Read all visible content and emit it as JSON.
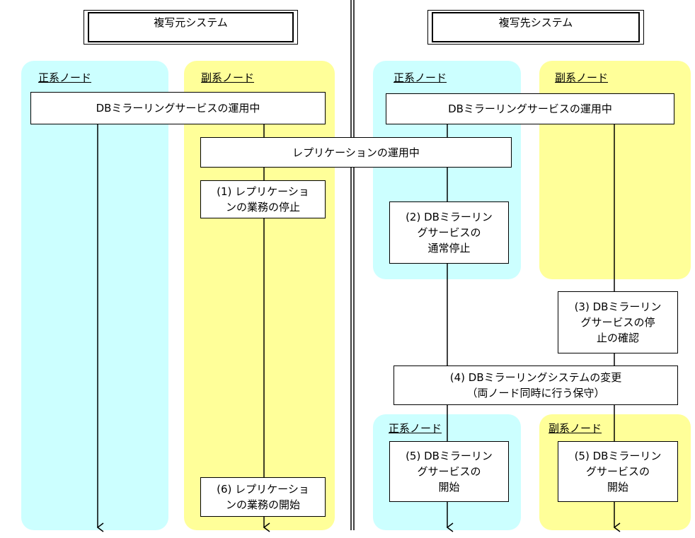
{
  "source_system": {
    "title": "複写元システム",
    "primary_label": "正系ノード",
    "secondary_label": "副系ノード",
    "db_mirror_running": "DBミラーリングサービスの運用中",
    "replication_running": "レプリケーションの運用中",
    "step1": "(1) レプリケーショ\nンの業務の停止",
    "step6": "(6) レプリケーショ\nンの業務の開始"
  },
  "target_system": {
    "title": "複写先システム",
    "primary_label": "正系ノード",
    "secondary_label": "副系ノード",
    "db_mirror_running": "DBミラーリングサービスの運用中",
    "step2": "(2) DBミラーリン\nグサービスの\n通常停止",
    "step3": "(3) DBミラーリン\nグサービスの停\n止の確認",
    "step4": "(4) DBミラーリングシステムの変更\n（両ノード同時に行う保守）",
    "primary_label_2": "正系ノード",
    "secondary_label_2": "副系ノード",
    "step5_primary": "(5) DBミラーリン\nグサービスの\n開始",
    "step5_secondary": "(5) DBミラーリン\nグサービスの\n開始"
  },
  "colors": {
    "primary_lane": "#ccffff",
    "secondary_lane": "#ffff99"
  }
}
